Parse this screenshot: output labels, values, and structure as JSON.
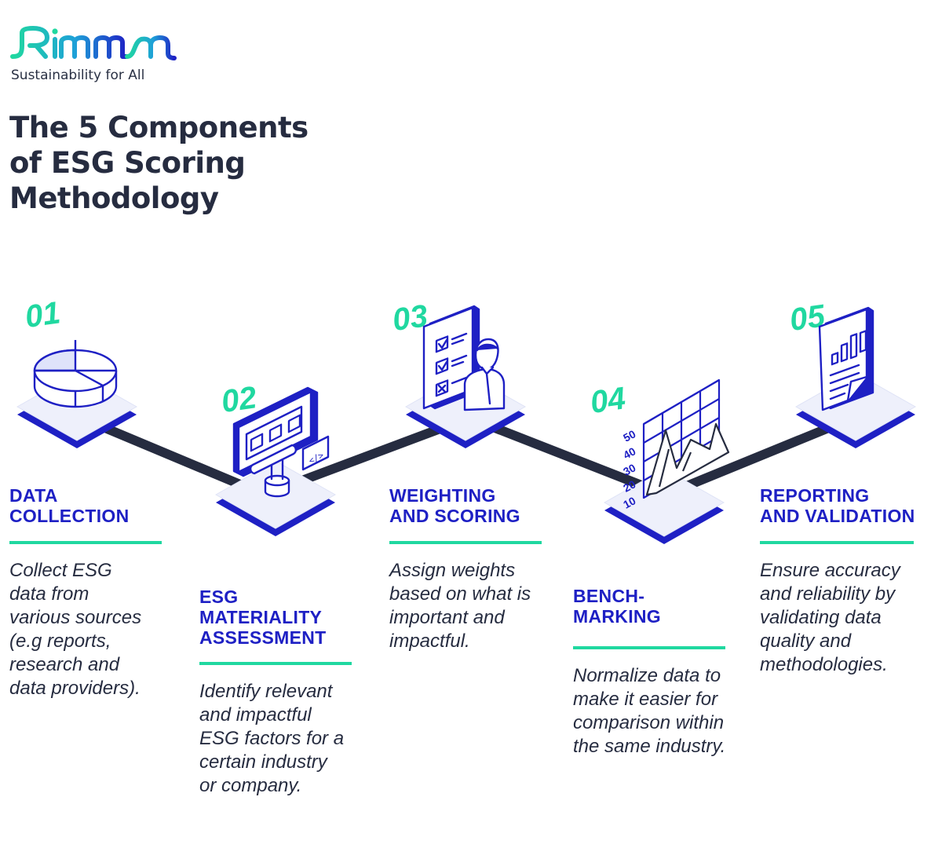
{
  "brand": {
    "name": "Rimm",
    "tagline": "Sustainability for All",
    "colors": {
      "primary": "#1e20c4",
      "accent": "#20d8a0",
      "text": "#262c40"
    }
  },
  "title_lines": [
    "The 5 Components",
    "of ESG Scoring",
    "Methodology"
  ],
  "steps": [
    {
      "number": "01",
      "icon": "pie-chart-icon",
      "title_lines": [
        "DATA",
        "COLLECTION"
      ],
      "desc_lines": [
        "Collect ESG",
        "data from",
        "various sources",
        "(e.g reports,",
        "research and",
        "data providers)."
      ]
    },
    {
      "number": "02",
      "icon": "monitor-code-icon",
      "title_lines": [
        "ESG",
        "MATERIALITY",
        "ASSESSMENT"
      ],
      "desc_lines": [
        "Identify relevant",
        "and impactful",
        "ESG factors for a",
        "certain industry",
        "or company."
      ]
    },
    {
      "number": "03",
      "icon": "checklist-person-icon",
      "title_lines": [
        "WEIGHTING",
        "AND SCORING"
      ],
      "desc_lines": [
        "Assign weights",
        "based on what is",
        "important and",
        "impactful."
      ]
    },
    {
      "number": "04",
      "icon": "benchmark-chart-icon",
      "title_lines": [
        "BENCH-",
        "MARKING"
      ],
      "desc_lines": [
        "Normalize data to",
        "make it easier for",
        "comparison within",
        "the same industry."
      ],
      "chart_ticks": [
        "50",
        "40",
        "30",
        "20",
        "10"
      ]
    },
    {
      "number": "05",
      "icon": "report-document-icon",
      "title_lines": [
        "REPORTING",
        "AND VALIDATION"
      ],
      "desc_lines": [
        "Ensure accuracy",
        "and reliability by",
        "validating data",
        "quality and",
        "methodologies."
      ]
    }
  ]
}
